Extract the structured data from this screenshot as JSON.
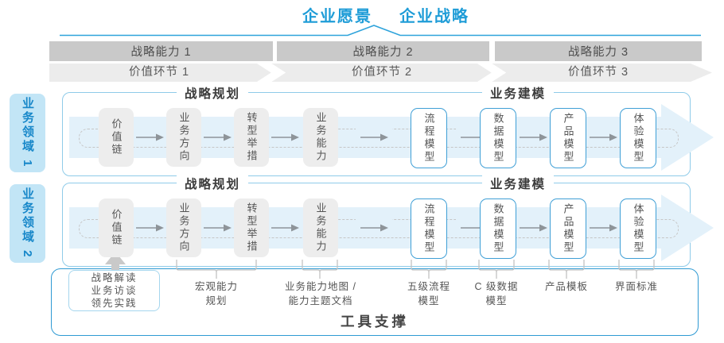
{
  "colors": {
    "accent_blue": "#1e9cd7",
    "row_border_blue": "#8fcbe9",
    "band_fill": "#e3f1fa",
    "bar_gray": "#c9c9c9",
    "chevron_band_gray": "#ececec",
    "box_gray": "#ededed",
    "blue_box_border": "#3f9fd6",
    "tool_border_blue": "#2f9ad3",
    "text_dark": "#4a4a4a"
  },
  "top": {
    "vision": "企业愿景",
    "strategy": "企业战略"
  },
  "capability_bars": [
    "战略能力 1",
    "战略能力 2",
    "战略能力 3"
  ],
  "value_links": [
    "价值环节 1",
    "价值环节 2",
    "价值环节 3"
  ],
  "rows": [
    {
      "side_label": "业务领域 1",
      "planning_header": "战略规划",
      "modeling_header": "业务建模",
      "boxes": [
        {
          "label": "价值链"
        },
        {
          "label": "业务方向"
        },
        {
          "label": "转型举措"
        },
        {
          "label": "业务能力"
        },
        {
          "label": "流程模型"
        },
        {
          "label": "数据模型"
        },
        {
          "label": "产品模型"
        },
        {
          "label": "体验模型"
        }
      ]
    },
    {
      "side_label": "业务领域 2",
      "planning_header": "战略规划",
      "modeling_header": "业务建模",
      "boxes": [
        {
          "label": "价值链"
        },
        {
          "label": "业务方向"
        },
        {
          "label": "转型举措"
        },
        {
          "label": "业务能力"
        },
        {
          "label": "流程模型"
        },
        {
          "label": "数据模型"
        },
        {
          "label": "产品模型"
        },
        {
          "label": "体验模型"
        }
      ]
    }
  ],
  "annotations": {
    "practice_box": "战略解读\n业务访谈\n领先实践",
    "labels": [
      "宏观能力\n规划",
      "业务能力地图 /\n能力主题文档",
      "五级流程\n模型",
      "C 级数据\n模型",
      "产品模板",
      "界面标准"
    ]
  },
  "tool_support": "工具支撑"
}
